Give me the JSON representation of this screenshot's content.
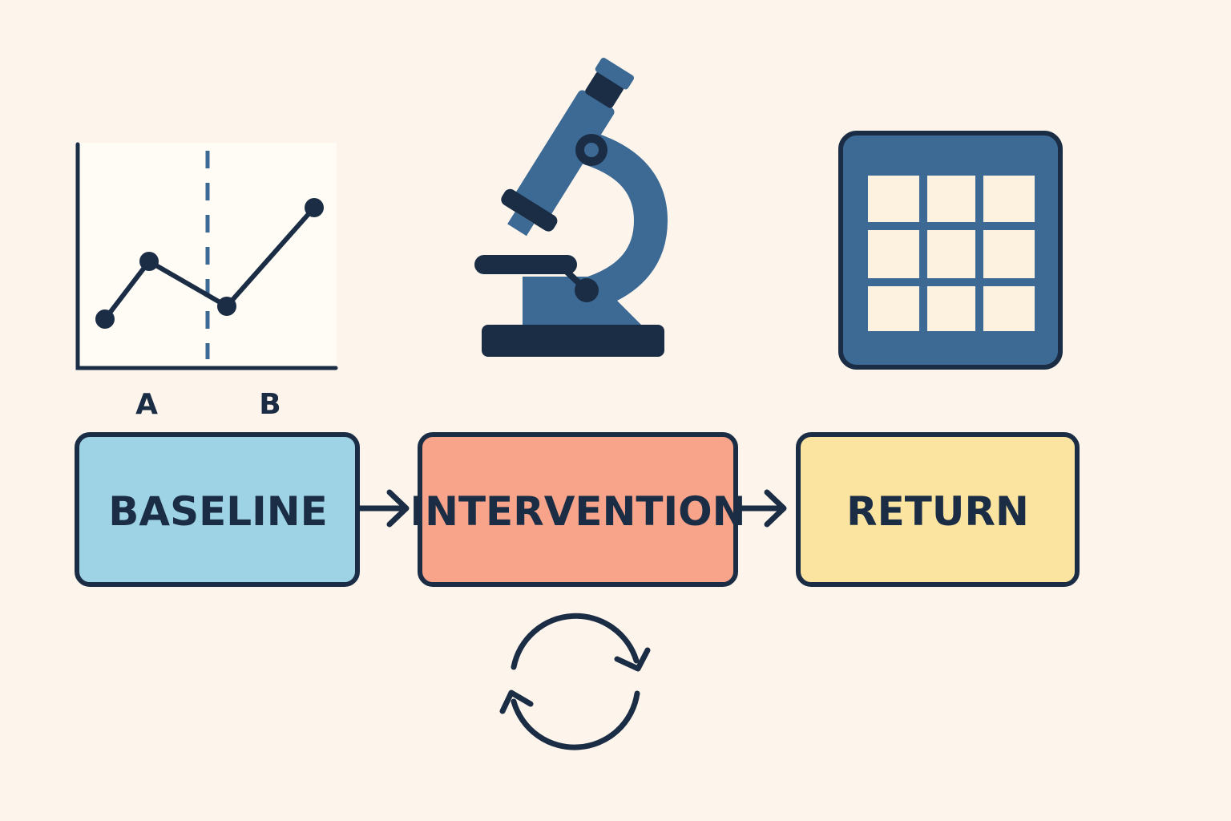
{
  "graph": {
    "phase_labels": [
      "A",
      "B"
    ],
    "points": [
      {
        "phase": "A",
        "value": 1
      },
      {
        "phase": "A",
        "value": 3
      },
      {
        "phase": "B",
        "value": 1.5
      },
      {
        "phase": "B",
        "value": 5
      }
    ],
    "icon": "ab-line-graph-icon"
  },
  "icons": {
    "microscope": "microscope-icon",
    "grid": "data-grid-icon",
    "cycle": "cycle-arrows-icon"
  },
  "phases": [
    {
      "label": "BASELINE",
      "color": "#9dd3e5"
    },
    {
      "label": "INTERVENTION",
      "color": "#f7a48a"
    },
    {
      "label": "RETURN",
      "color": "#fbe3a0"
    }
  ],
  "colors": {
    "background": "#fdf5ec",
    "ink": "#1b2d45",
    "accent": "#3c6a94"
  }
}
